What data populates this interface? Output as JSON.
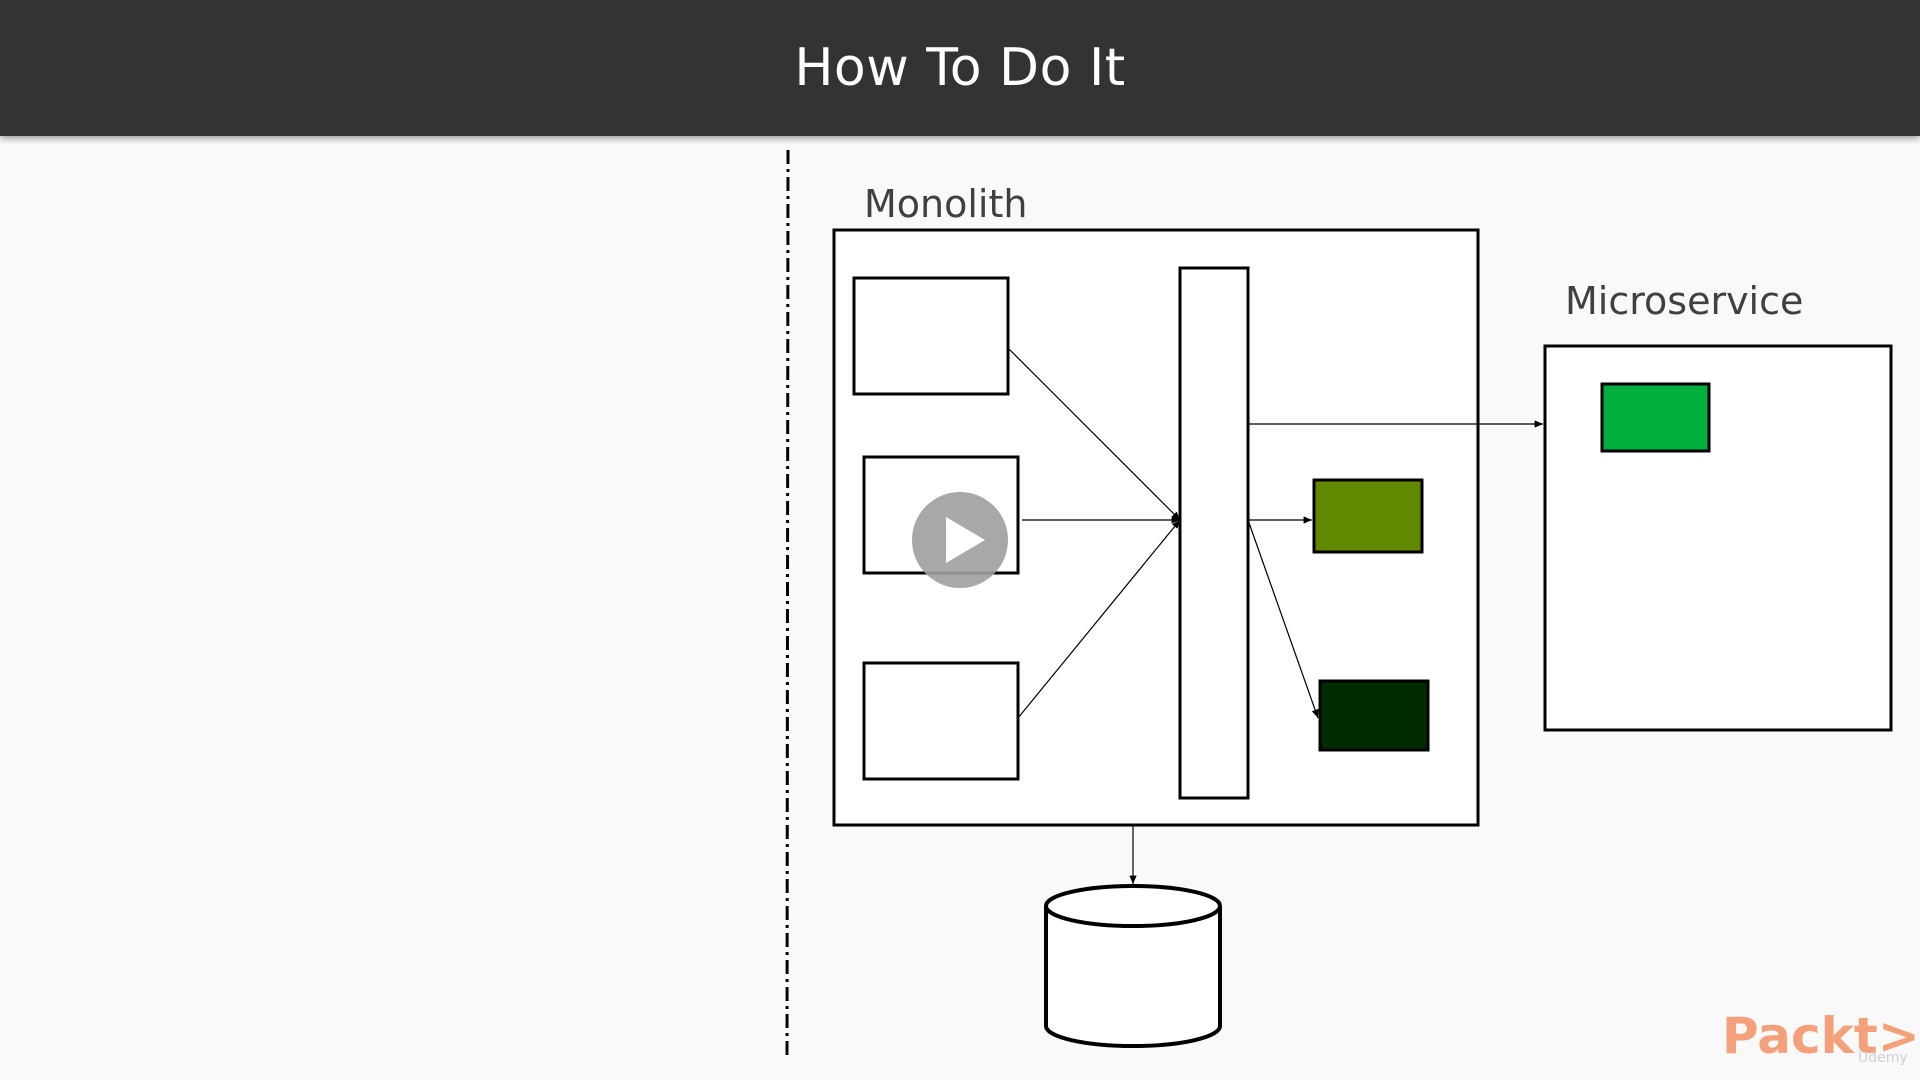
{
  "header": {
    "title": "How To Do It",
    "background": "#333333"
  },
  "diagram": {
    "monolith_label": "Monolith",
    "microservice_label": "Microservice",
    "colors": {
      "olive_block": "#5f8a00",
      "dark_block": "#002b00",
      "bright_green_block": "#00b03c"
    }
  },
  "player": {
    "play_icon": "play-icon"
  },
  "branding": {
    "logo": "Packt>",
    "watermark": "Udemy",
    "logo_color": "#f4a07a"
  }
}
